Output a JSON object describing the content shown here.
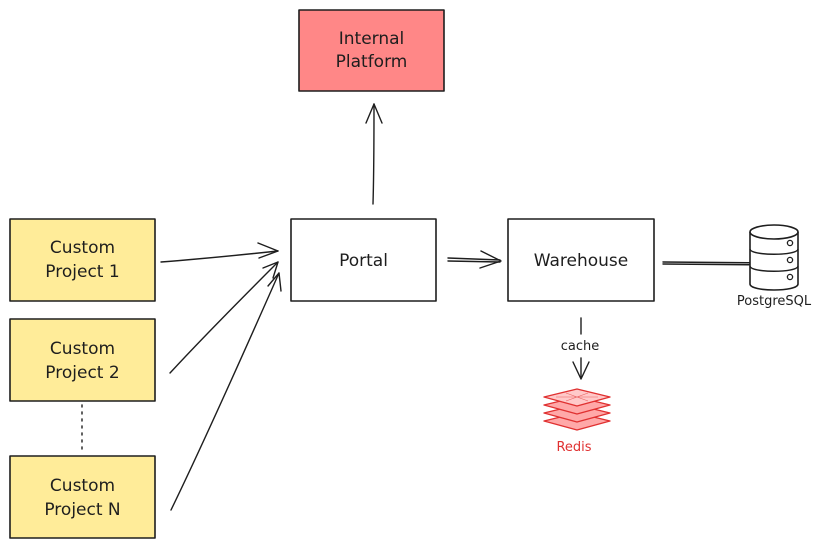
{
  "nodes": {
    "internal_platform": {
      "line1": "Internal",
      "line2": "Platform"
    },
    "portal": {
      "label": "Portal"
    },
    "warehouse": {
      "label": "Warehouse"
    },
    "project1": {
      "line1": "Custom",
      "line2": "Project 1"
    },
    "project2": {
      "line1": "Custom",
      "line2": "Project 2"
    },
    "projectN": {
      "line1": "Custom",
      "line2": "Project N"
    },
    "postgres": {
      "label": "PostgreSQL"
    },
    "redis": {
      "label": "Redis"
    }
  },
  "edges": {
    "cache_label": "cache"
  },
  "colors": {
    "project_fill": "#ffec99",
    "platform_fill": "#ff8787",
    "redis": "#e03131",
    "stroke": "#1e1e1e"
  },
  "icons": {
    "postgres": "database-icon",
    "redis": "redis-stack-icon"
  }
}
